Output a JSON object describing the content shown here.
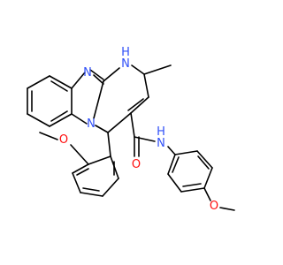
{
  "molecule": {
    "atoms": {
      "ring_n": "N",
      "nh": "N",
      "nh_h": "H",
      "n_bridge": "N",
      "o_methoxy_left": "O",
      "o_carbonyl": "O",
      "n_amide": "N",
      "n_amide_h": "H",
      "o_methoxy_right": "O"
    },
    "colors": {
      "nitrogen": "#3050F8",
      "oxygen": "#FF0D0D",
      "bond": "#000000",
      "background": "#FFFFFF"
    }
  }
}
